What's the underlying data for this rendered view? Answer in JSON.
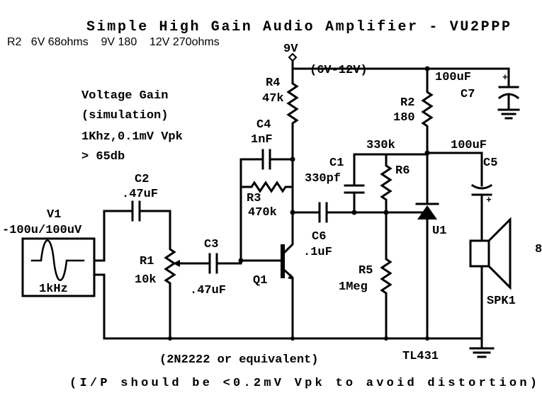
{
  "title": "Simple High Gain Audio Amplifier - VU2PPP",
  "r2_note": "R2   6V 68ohms    9V 180    12V 270ohms",
  "supply": {
    "label": "9V",
    "range": "(6V-12V)"
  },
  "gain_notes": [
    "Voltage Gain",
    "(simulation)",
    "1Khz,0.1mV Vpk",
    "> 65db"
  ],
  "components": {
    "v1": {
      "ref": "V1",
      "value": "-100u/100uV",
      "freq": "1kHz"
    },
    "c2": {
      "ref": "C2",
      "value": ".47uF"
    },
    "r1": {
      "ref": "R1",
      "value": "10k"
    },
    "c3": {
      "ref": "C3",
      "value": ".47uF"
    },
    "q1": {
      "ref": "Q1"
    },
    "r4": {
      "ref": "R4",
      "value": "47k"
    },
    "c4": {
      "ref": "C4",
      "value": "1nF"
    },
    "r3": {
      "ref": "R3",
      "value": "470k"
    },
    "c6": {
      "ref": "C6",
      "value": ".1uF"
    },
    "c1": {
      "ref": "C1",
      "value": "330pf"
    },
    "r6": {
      "ref": "R6",
      "value": "330k"
    },
    "r5": {
      "ref": "R5",
      "value": "1Meg"
    },
    "r2": {
      "ref": "R2",
      "value": "180"
    },
    "c7": {
      "ref": "C7",
      "value": "100uF"
    },
    "c5": {
      "ref": "C5",
      "value": "100uF"
    },
    "u1": {
      "ref": "U1",
      "part": "TL431"
    },
    "spk1": {
      "ref": "SPK1",
      "value": "8"
    }
  },
  "footnotes": [
    "(2N2222 or equivalent)",
    "(I/P should be <0.2mV Vpk to avoid distortion)"
  ]
}
